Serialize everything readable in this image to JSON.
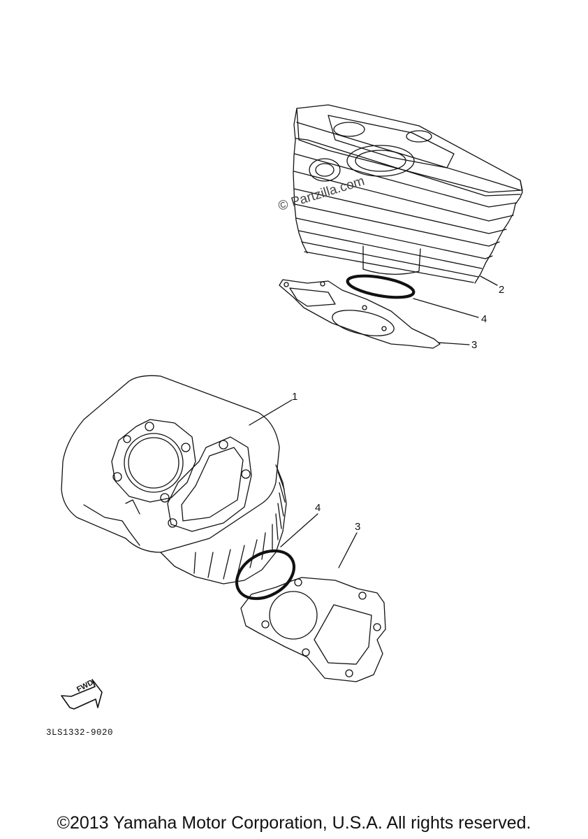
{
  "diagram": {
    "watermark": "© Partzilla.com",
    "callouts": {
      "top_cylinder": "2",
      "top_ring": "4",
      "top_gasket": "3",
      "bottom_cylinder": "1",
      "bottom_ring": "4",
      "bottom_gasket": "3"
    },
    "fwd_label": "FWD",
    "part_code": "3LS1332-9020",
    "copyright": "©2013 Yamaha Motor Corporation, U.S.A. All rights reserved."
  }
}
